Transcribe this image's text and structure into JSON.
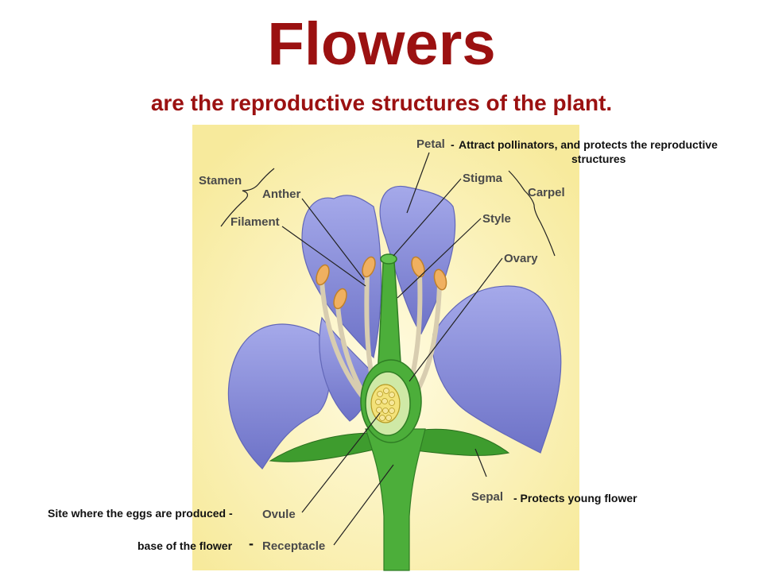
{
  "title": "Flowers",
  "subtitle": "are the reproductive structures of the plant.",
  "labels": {
    "stamen": "Stamen",
    "anther": "Anther",
    "filament": "Filament",
    "petal": "Petal",
    "stigma": "Stigma",
    "carpel": "Carpel",
    "style": "Style",
    "ovary": "Ovary",
    "sepal": "Sepal",
    "ovule": "Ovule",
    "receptacle": "Receptacle"
  },
  "notes": {
    "petal_dash": "-",
    "petal_line1": "Attract pollinators, and protects the reproductive",
    "petal_line2": "structures",
    "sepal": "- Protects young flower",
    "ovule": "Site where the eggs are produced -",
    "receptacle": "base of the flower",
    "receptacle_dash": "-"
  },
  "colors": {
    "title": "#9b1111",
    "background_panel": "#fbf3b8",
    "petal": "#8d91d8",
    "stem": "#4cae3a"
  }
}
